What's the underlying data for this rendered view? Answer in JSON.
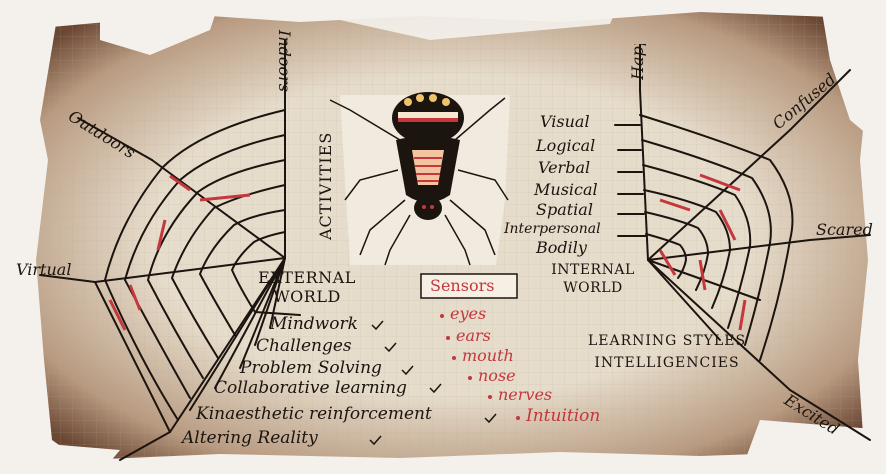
{
  "left_web": {
    "spokes": [
      "Indoors",
      "Outdoors",
      "Virtual"
    ],
    "hub_label": "EXTERNAL WORLD",
    "activities_label": "ACTIVITIES",
    "activities": [
      "Mindwork",
      "Challenges",
      "Problem Solving",
      "Collaborative learning",
      "Kinaesthetic reinforcement",
      "Altering Reality"
    ]
  },
  "center": {
    "sensors_label": "Sensors",
    "sensors": [
      "eyes",
      "ears",
      "mouth",
      "nose",
      "nerves",
      "Intuition"
    ]
  },
  "right_web": {
    "spokes": [
      "Happy",
      "Confused",
      "Scared",
      "Excited"
    ],
    "intelligences": [
      "Visual",
      "Logical",
      "Verbal",
      "Musical",
      "Spatial",
      "Interpersonal",
      "Bodily"
    ],
    "hub_label": "INTERNAL WORLD",
    "learning_label": "LEARNING STYLES INTELLIGENCIES"
  },
  "colors": {
    "paper": "#e9e1d2",
    "ink": "#1b140f",
    "accent_red": "#c4373c",
    "vignette": "#5a3a2a"
  }
}
